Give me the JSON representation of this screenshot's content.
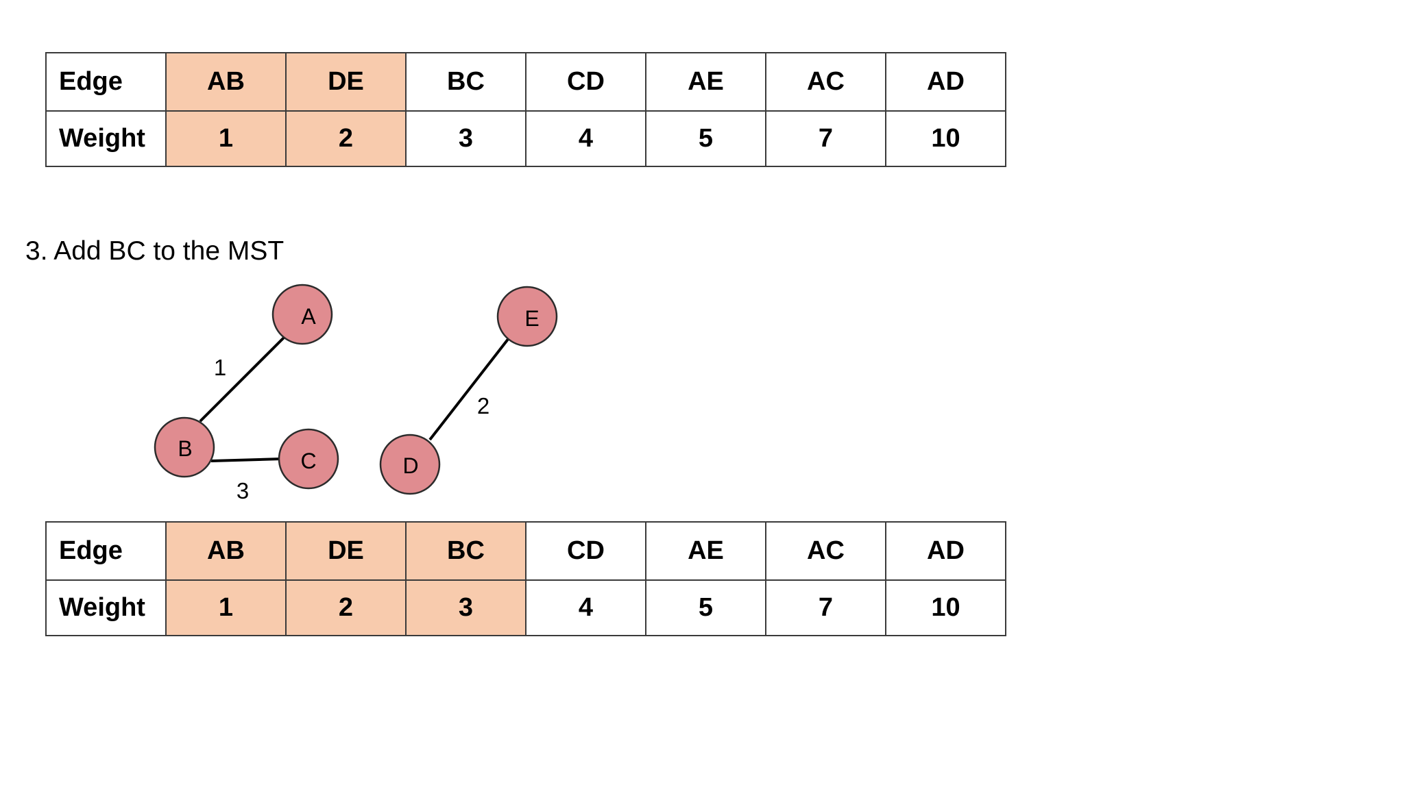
{
  "tables": [
    {
      "edge_header": "Edge",
      "weight_header": "Weight",
      "columns": [
        {
          "edge": "AB",
          "weight": "1",
          "selected": true
        },
        {
          "edge": "DE",
          "weight": "2",
          "selected": true
        },
        {
          "edge": "BC",
          "weight": "3",
          "selected": false
        },
        {
          "edge": "CD",
          "weight": "4",
          "selected": false
        },
        {
          "edge": "AE",
          "weight": "5",
          "selected": false
        },
        {
          "edge": "AC",
          "weight": "7",
          "selected": false
        },
        {
          "edge": "AD",
          "weight": "10",
          "selected": false
        }
      ]
    },
    {
      "edge_header": "Edge",
      "weight_header": "Weight",
      "columns": [
        {
          "edge": "AB",
          "weight": "1",
          "selected": true
        },
        {
          "edge": "DE",
          "weight": "2",
          "selected": true
        },
        {
          "edge": "BC",
          "weight": "3",
          "selected": true
        },
        {
          "edge": "CD",
          "weight": "4",
          "selected": false
        },
        {
          "edge": "AE",
          "weight": "5",
          "selected": false
        },
        {
          "edge": "AC",
          "weight": "7",
          "selected": false
        },
        {
          "edge": "AD",
          "weight": "10",
          "selected": false
        }
      ]
    }
  ],
  "step_caption": "3. Add BC to the MST",
  "graph": {
    "nodes": [
      {
        "id": "A",
        "label": "A"
      },
      {
        "id": "B",
        "label": "B"
      },
      {
        "id": "C",
        "label": "C"
      },
      {
        "id": "D",
        "label": "D"
      },
      {
        "id": "E",
        "label": "E"
      }
    ],
    "edges": [
      {
        "from": "B",
        "to": "A",
        "weight": "1"
      },
      {
        "from": "D",
        "to": "E",
        "weight": "2"
      },
      {
        "from": "B",
        "to": "C",
        "weight": "3"
      }
    ]
  },
  "colors": {
    "selected_cell": "#f8cbad",
    "node_fill": "#e08c90",
    "node_stroke": "#2b2b2b",
    "edge_stroke": "#000000"
  }
}
